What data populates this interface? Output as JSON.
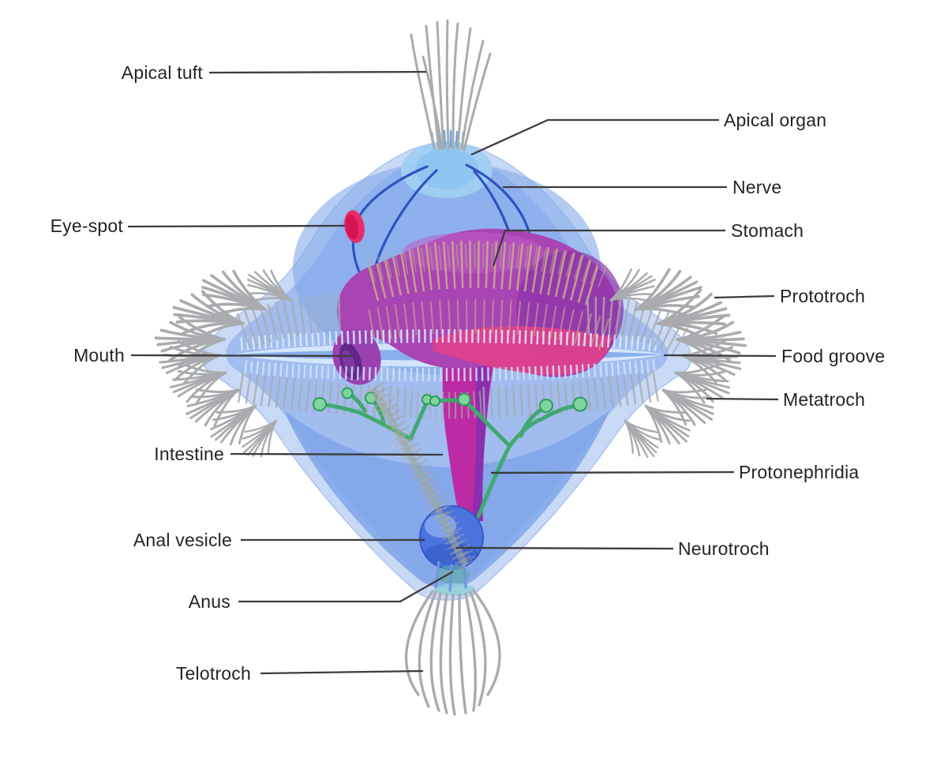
{
  "diagram": {
    "background": "#ffffff"
  },
  "labels": [
    {
      "id": "apical-tuft",
      "text": "Apical tuft"
    },
    {
      "id": "apical-organ",
      "text": "Apical organ"
    },
    {
      "id": "nerve",
      "text": "Nerve"
    },
    {
      "id": "eye-spot",
      "text": "Eye-spot"
    },
    {
      "id": "stomach",
      "text": "Stomach"
    },
    {
      "id": "prototroch",
      "text": "Prototroch"
    },
    {
      "id": "mouth",
      "text": "Mouth"
    },
    {
      "id": "food-groove",
      "text": "Food groove"
    },
    {
      "id": "metatroch",
      "text": "Metatroch"
    },
    {
      "id": "intestine",
      "text": "Intestine"
    },
    {
      "id": "protonephridia",
      "text": "Protonephridia"
    },
    {
      "id": "anal-vesicle",
      "text": "Anal vesicle"
    },
    {
      "id": "neurotroch",
      "text": "Neurotroch"
    },
    {
      "id": "anus",
      "text": "Anus"
    },
    {
      "id": "telotroch",
      "text": "Telotroch"
    }
  ],
  "palette": {
    "leader_line": "#3c3c3c",
    "label_ink": "#242424",
    "body_outer": "#c6d8f6",
    "body_inner": "#9cb8ee",
    "body_mid_tint": "#82a9ea",
    "body_lower_cone": "#7fa5e9",
    "apical_dome": "#9fd0f3",
    "apical_dome_inner": "#8fc6f1",
    "food_groove_pale": "#d8eafb",
    "food_groove_blue": "#7fa9ea",
    "nerve_blue": "#2b4cc0",
    "eye_spot_pink": "#e82c67",
    "eye_spot_core": "#d41252",
    "stomach_purple": "#a844b4",
    "stomach_dark": "#8c35a9",
    "stomach_highlight": "#bd5cc6",
    "stomach_pink": "#e0418b",
    "mouth_purple": "#9a41b2",
    "mouth_opening": "#63268b",
    "intestine_magenta": "#bc2ba3",
    "intestine_dark": "#8330b2",
    "nephridia_green": "#3fa96e",
    "nephridia_bulb": "#7ed69e",
    "vesicle_blue": "#4a73de",
    "vesicle_highlight": "#85aaf2",
    "vesicle_shade": "#2f50c2",
    "anus_teal": "#8fd0d8",
    "cilia_gray": "#a9abae",
    "cilia_tan": "#c9b184",
    "neurotroch_band": "#98a89c"
  }
}
